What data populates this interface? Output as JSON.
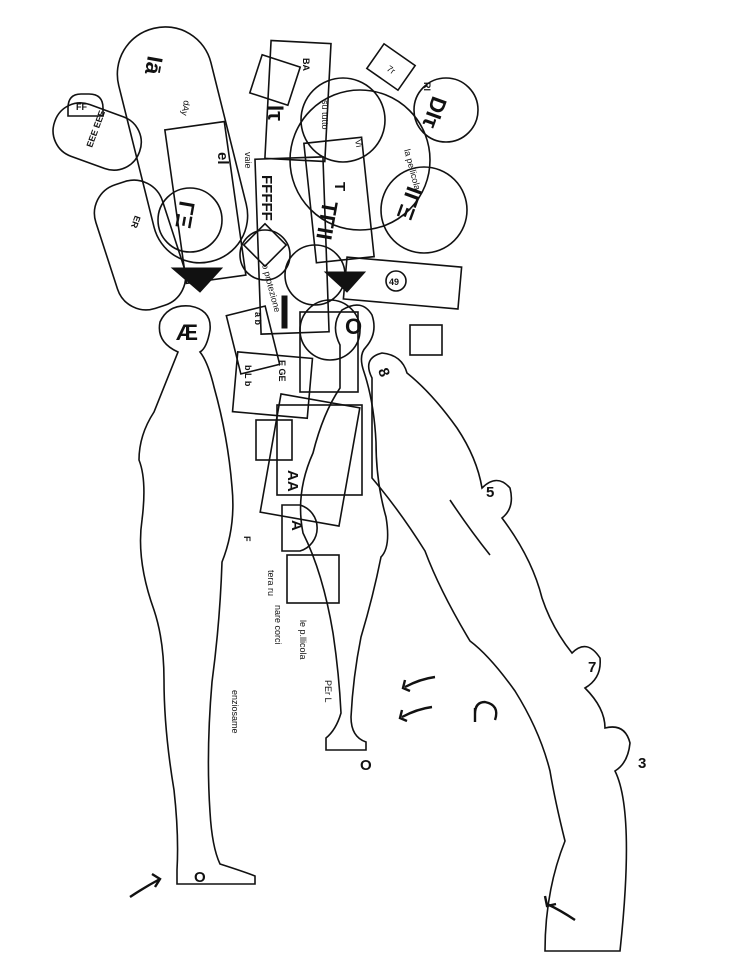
{
  "figures": {
    "left_head": "Æ",
    "right_head": "O",
    "chain_heads": [
      "8",
      "5",
      "7",
      "3"
    ],
    "foot_marks": [
      "O",
      "O"
    ]
  },
  "score_labels": {
    "badge_number": "49",
    "la_pellicola": "la pellicola",
    "su_tutto": "su tutto",
    "protezione": "o protezione",
    "vaie": "vaie",
    "tera": "tera ru",
    "nare": "nare corci",
    "le_pellicola": "le p.llicola",
    "per": "PEr L",
    "enziosame": "enziosame",
    "fffff": "FFFFF",
    "eee": "EEE EEE",
    "ff": "FF",
    "er": "ER",
    "seven_r": "7r",
    "rl": "Rl",
    "ba": "BA",
    "t": "T",
    "aa": "AA",
    "a": "A",
    "f": "F",
    "ege": "E GE",
    "bl": "b L b",
    "ab": "a b",
    "glyph_1": "Iā",
    "glyph_2": "Ιτ",
    "glyph_3": "DIτ",
    "glyph_4": "ΓΞ",
    "glyph_5": "TΓΙΙ",
    "glyph_6": "ΙΓΞ",
    "el": "el",
    "vi": "Vi",
    "jay": "dAy"
  },
  "colors": {
    "ink": "#111111",
    "paper": "#ffffff"
  }
}
